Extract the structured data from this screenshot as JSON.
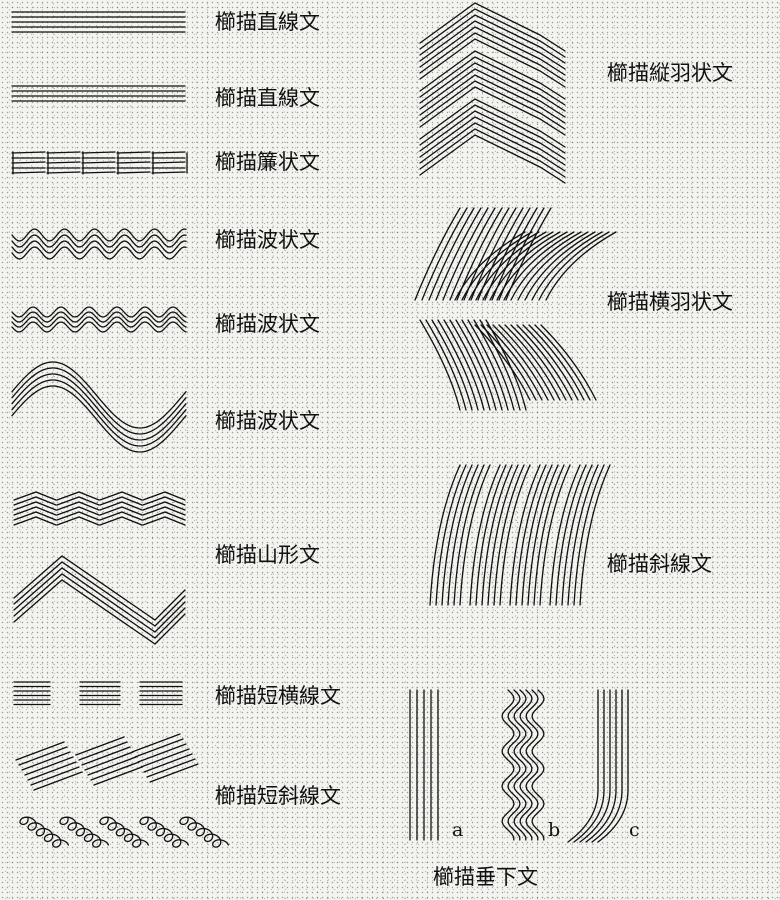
{
  "labels": {
    "straight_1": "櫛描直線文",
    "straight_2": "櫛描直線文",
    "blind": "櫛描簾状文",
    "wave_1": "櫛描波状文",
    "wave_2": "櫛描波状文",
    "wave_3": "櫛描波状文",
    "mountain": "櫛描山形文",
    "short_horizontal": "櫛描短横線文",
    "short_diagonal": "櫛描短斜線文",
    "vertical_feather": "櫛描縦羽状文",
    "horizontal_feather": "櫛描横羽状文",
    "diagonal": "櫛描斜線文",
    "pendant": "櫛描垂下文",
    "pendant_a": "a",
    "pendant_b": "b",
    "pendant_c": "c"
  }
}
